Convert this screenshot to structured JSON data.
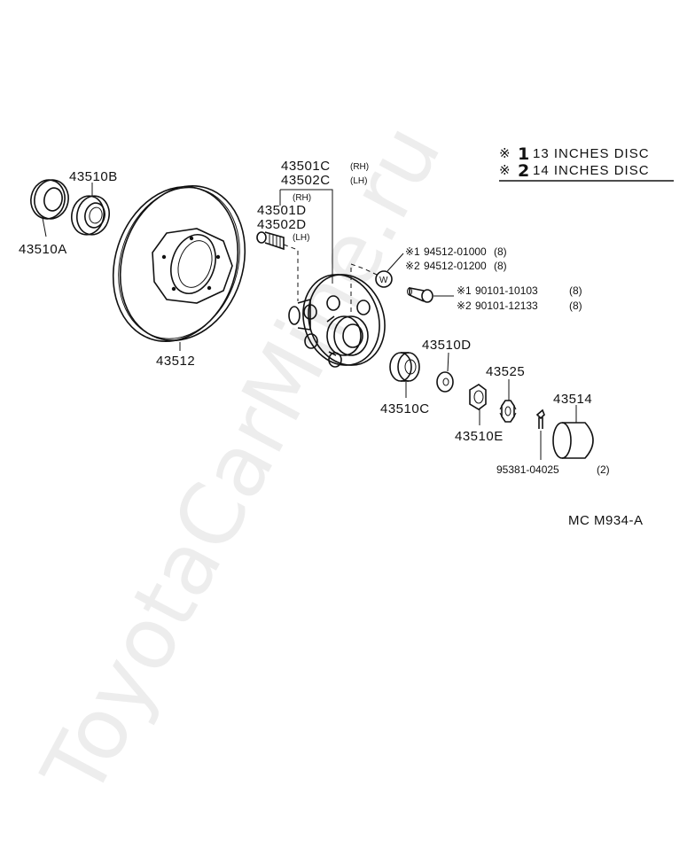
{
  "watermark": "ToyotaCarMine.ru",
  "legend": {
    "marker": "※",
    "items": [
      {
        "num": "1",
        "text": "13 INCHES DISC"
      },
      {
        "num": "2",
        "text": "14 INCHES DISC"
      }
    ]
  },
  "parts": {
    "p43510A": "43510A",
    "p43510B": "43510B",
    "p43512": "43512",
    "p43501C": "43501C",
    "p43501C_side": "(RH)",
    "p43502C": "43502C",
    "p43502C_side": "(LH)",
    "p43501D_side": "(RH)",
    "p43501D": "43501D",
    "p43502D": "43502D",
    "p43502D_side": "(LH)",
    "washer_mark": "W",
    "bolt1_mark": "※1",
    "bolt1": "94512-01000",
    "bolt1_qty": "(8)",
    "bolt2_mark": "※2",
    "bolt2": "94512-01200",
    "bolt2_qty": "(8)",
    "screw1_mark": "※1",
    "screw1": "90101-10103",
    "screw1_qty": "(8)",
    "screw2_mark": "※2",
    "screw2": "90101-12133",
    "screw2_qty": "(8)",
    "p43510D": "43510D",
    "p43510C": "43510C",
    "p43525": "43525",
    "p43510E": "43510E",
    "p43514": "43514",
    "pin": "95381-04025",
    "pin_qty": "(2)"
  },
  "diagram_code": "MC M934-A"
}
